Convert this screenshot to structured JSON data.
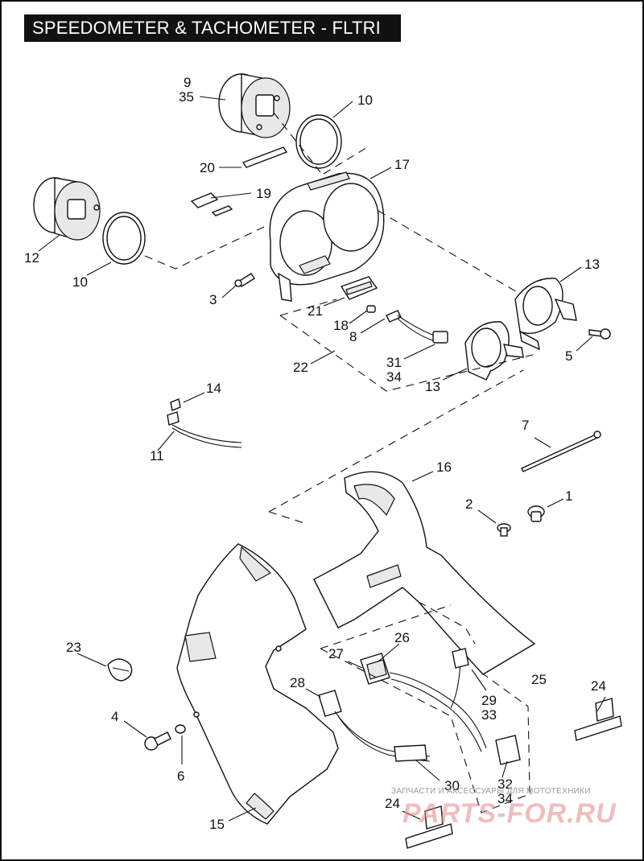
{
  "title": "SPEEDOMETER & TACHOMETER - FLTRI",
  "watermark": {
    "tagline": "ЗАПЧАСТИ И АКСЕССУАРЫ ДЛЯ МОТОТЕХНИКИ",
    "logo": "PARTS-FOR.RU"
  },
  "callouts": {
    "c9": "9",
    "c35": "35",
    "c10a": "10",
    "c20": "20",
    "c17": "17",
    "c19": "19",
    "c12": "12",
    "c10b": "10",
    "c3": "3",
    "c21": "21",
    "c18": "18",
    "c8": "8",
    "c13a": "13",
    "c5": "5",
    "c22": "22",
    "c31": "31",
    "c34a": "34",
    "c13b": "13",
    "c14": "14",
    "c11": "11",
    "c7": "7",
    "c16": "16",
    "c2": "2",
    "c1": "1",
    "c26": "26",
    "c27": "27",
    "c23": "23",
    "c25": "25",
    "c24a": "24",
    "c28": "28",
    "c29": "29",
    "c33": "33",
    "c4": "4",
    "c6": "6",
    "c30": "30",
    "c32": "32",
    "c34b": "34",
    "c24b": "24",
    "c15": "15"
  }
}
